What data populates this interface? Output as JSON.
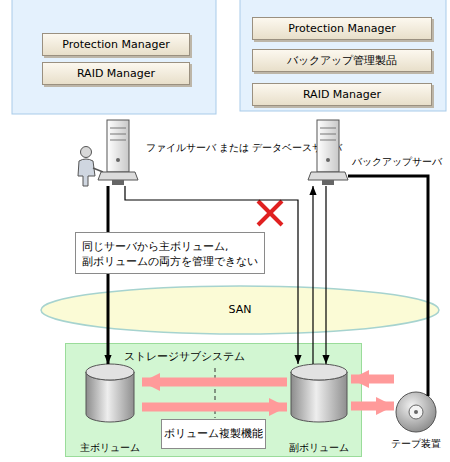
{
  "diagram": {
    "nodes": [
      {
        "text": [
          "Protection Manager"
        ]
      },
      {
        "text": [
          "RAID Manager"
        ]
      },
      {
        "text": [
          "Protection Manager"
        ]
      },
      {
        "text": [
          "バックアップ管理製品"
        ]
      },
      {
        "text": [
          "RAID Manager"
        ]
      },
      {
        "text": [
          "ファイルサーバ または データベースサーバ"
        ]
      },
      {
        "text": [
          "バックアップサーバ"
        ]
      },
      {
        "text": [
          "同じサーバから主ボリューム, 副ボリュームの両方を管理できない"
        ]
      },
      {
        "text": [
          "SAN"
        ]
      },
      {
        "text": [
          "ストレージサブシステム"
        ]
      },
      {
        "text": [
          "主ボリューム"
        ],
        "in": 9
      },
      {
        "text": [
          "ボリューム複製機能"
        ],
        "in": 9
      },
      {
        "text": [
          "副ボリューム"
        ],
        "in": 9
      },
      {
        "text": [
          "テープ装置"
        ]
      }
    ],
    "edges": [
      {
        "from": 5,
        "to": 10,
        "arrow": "to"
      },
      {
        "from": 5,
        "to": 12,
        "arrow": "to"
      },
      {
        "from": 6,
        "to": 12,
        "arrow": "to"
      },
      {
        "from": 12,
        "to": 6,
        "arrow": "to"
      },
      {
        "from": 6,
        "to": 13,
        "arrow": "none"
      },
      {
        "from": 12,
        "to": 10,
        "arrow": "to"
      },
      {
        "from": 10,
        "to": 12,
        "arrow": "to"
      },
      {
        "from": 13,
        "to": 12,
        "arrow": "to"
      },
      {
        "from": 12,
        "to": 13,
        "arrow": "to"
      }
    ]
  }
}
